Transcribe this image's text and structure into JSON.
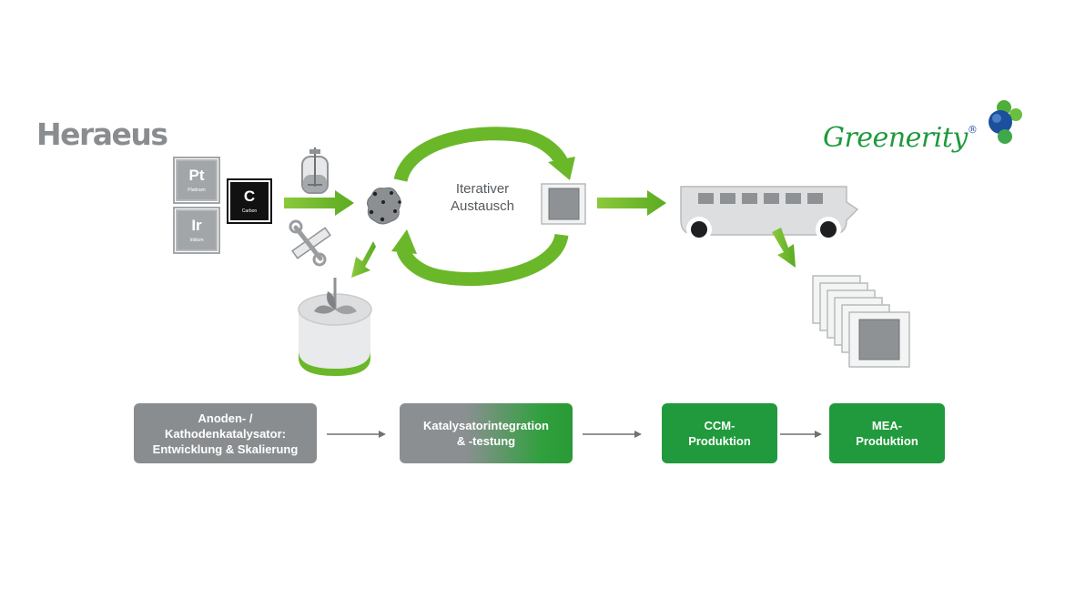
{
  "logos": {
    "heraeus": "Heraeus",
    "greenerity": "Greenerity",
    "greenerity_mark": "®"
  },
  "elements": [
    {
      "symbol": "Pt",
      "name": "Platinum"
    },
    {
      "symbol": "Ir",
      "name": "Iridium"
    },
    {
      "symbol": "C",
      "name": "Carbon"
    }
  ],
  "cycle": {
    "line1": "Iterativer",
    "line2": "Austausch"
  },
  "steps": [
    {
      "label": "Anoden- /\nKathodenkatalysator:\nEntwicklung & Skalierung"
    },
    {
      "label": "Katalysatorintegration\n& -testung"
    },
    {
      "label": "CCM-\nProduktion"
    },
    {
      "label": "MEA-\nProduktion"
    }
  ],
  "colors": {
    "green_arrow": "#6ab82a",
    "green_box": "#209a3c",
    "grey_box": "#8a8d90",
    "icon_grey": "#9a9da0"
  },
  "icons": [
    "beaker-stirrer-icon",
    "wrench-screwdriver-icon",
    "catalyst-particle-icon",
    "mixer-bowl-icon",
    "ccm-membrane-icon",
    "coating-line-icon",
    "mea-stack-icon",
    "molecule-logo-icon"
  ]
}
